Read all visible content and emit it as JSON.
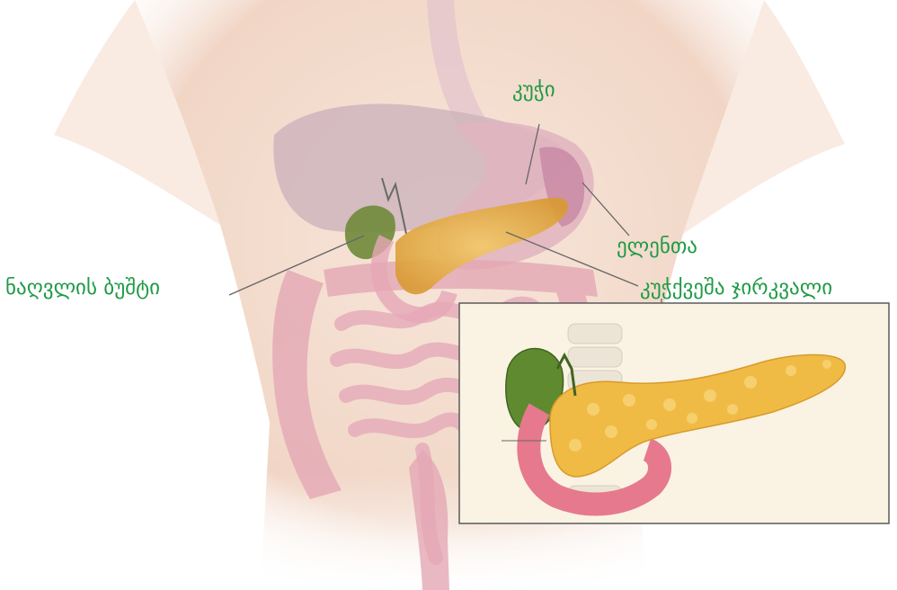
{
  "labels": {
    "stomach": "კუჭი",
    "spleen": "ელენთა",
    "gallbladder": "ნაღვლის ბუშტი",
    "pancreas": "კუჭქვეშა ჯირკვალი"
  },
  "colors": {
    "label_text": "#1f9a45",
    "skin": "#f4dccd",
    "liver": "#cdb3bc",
    "stomach": "#e0b4c0",
    "pancreas": "#e9b94e",
    "gallbladder": "#6f8a3a",
    "intestine": "#e4a8b4",
    "leader_line": "#666666"
  }
}
